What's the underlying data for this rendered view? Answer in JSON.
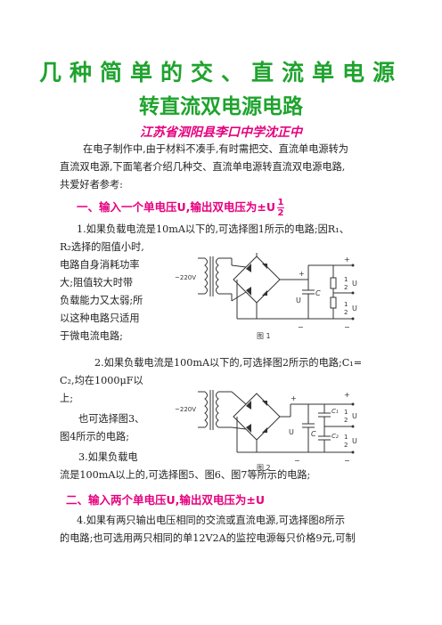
{
  "title_line1": "几种简单的交、直流单电源",
  "title_line2": "转直流双电源电路",
  "author": "江苏省泗阳县李口中学沈正中",
  "intro": [
    "在电子制作中,由于材料不凑手,有时需把交、直流单电源转为",
    "直流双电源,下面笔者介绍几种交、直流单电源转直流双电源电路,",
    "共爱好者参考:"
  ],
  "section1_heading": "一、输入一个单电压U,输出双电压为±U",
  "section1_frac": {
    "num": "1",
    "den": "2"
  },
  "para1": [
    "1.如果负载电流是10mA以下的,可选择图1所示的电路;因R₁、",
    "R₂选择的阻值小时,",
    "电路自身消耗功率",
    "大;阻值较大时带",
    "负载能力又太弱;所",
    "以这种电路只适用",
    "于微电流电路;"
  ],
  "para2": [
    "2.如果负载电流是100mA以下的,可选择图2所示的电路;C₁=",
    "C₂,均在1000μF以",
    "上;",
    "也可选择图3、",
    "图4所示的电路;",
    "3.如果负载电",
    "流是100mA以上的,可选择图5、图6、图7等所示的电路;"
  ],
  "section2_heading": "二、输入两个单电压U,输出双电压为±U",
  "para4": [
    "4.如果有两只输出电压相同的交流或直流电源,可选择图8所示",
    "的电路;也可选用两只相同的单12V2A的监控电源每只价格9元,可制"
  ],
  "fig1": {
    "caption": "图 1",
    "ac_label": "~220V",
    "u_label": "U",
    "c_label": "C",
    "plus": "+",
    "minus": "−",
    "half": "1",
    "half_den": "2",
    "out": "U"
  },
  "fig2": {
    "caption": "图 2",
    "ac_label": "~220V",
    "u_label": "U",
    "c_label": "C",
    "c1": "C₁",
    "c2": "C₂",
    "plus": "+",
    "minus": "−",
    "half": "1",
    "half_den": "2",
    "out": "U"
  },
  "colors": {
    "title": "#1fa32e",
    "heading": "#e6007e"
  }
}
